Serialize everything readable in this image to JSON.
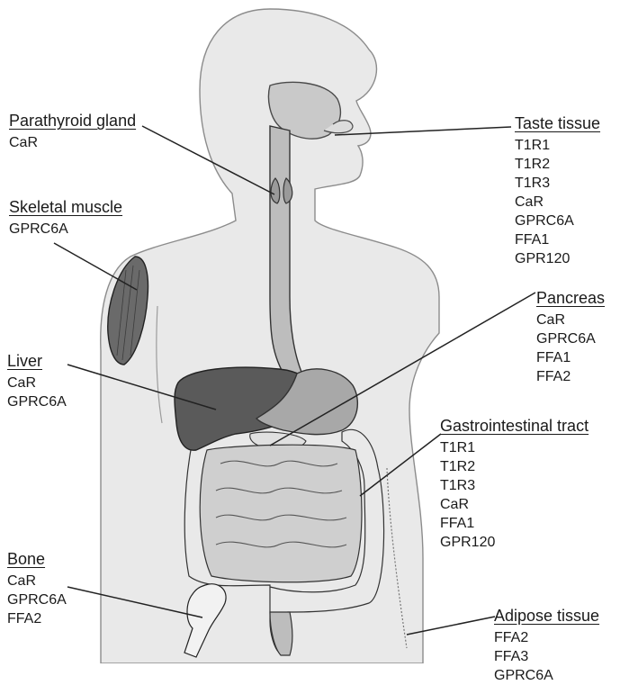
{
  "labels": {
    "parathyroid": {
      "title": "Parathyroid gland",
      "items": [
        "CaR"
      ]
    },
    "skeletal": {
      "title": "Skeletal muscle",
      "items": [
        "GPRC6A"
      ]
    },
    "liver": {
      "title": "Liver",
      "items": [
        "CaR",
        "GPRC6A"
      ]
    },
    "bone": {
      "title": "Bone",
      "items": [
        "CaR",
        "GPRC6A",
        "FFA2"
      ]
    },
    "taste": {
      "title": "Taste tissue",
      "items": [
        "T1R1",
        "T1R2",
        "T1R3",
        "CaR",
        "GPRC6A",
        "FFA1",
        "GPR120"
      ]
    },
    "pancreas": {
      "title": "Pancreas",
      "items": [
        "CaR",
        "GPRC6A",
        "FFA1",
        "FFA2"
      ]
    },
    "gi": {
      "title": "Gastrointestinal tract",
      "items": [
        "T1R1",
        "T1R2",
        "T1R3",
        "CaR",
        "FFA1",
        "GPR120"
      ]
    },
    "adipose": {
      "title": "Adipose tissue",
      "items": [
        "FFA2",
        "FFA3",
        "GPRC6A"
      ]
    }
  }
}
